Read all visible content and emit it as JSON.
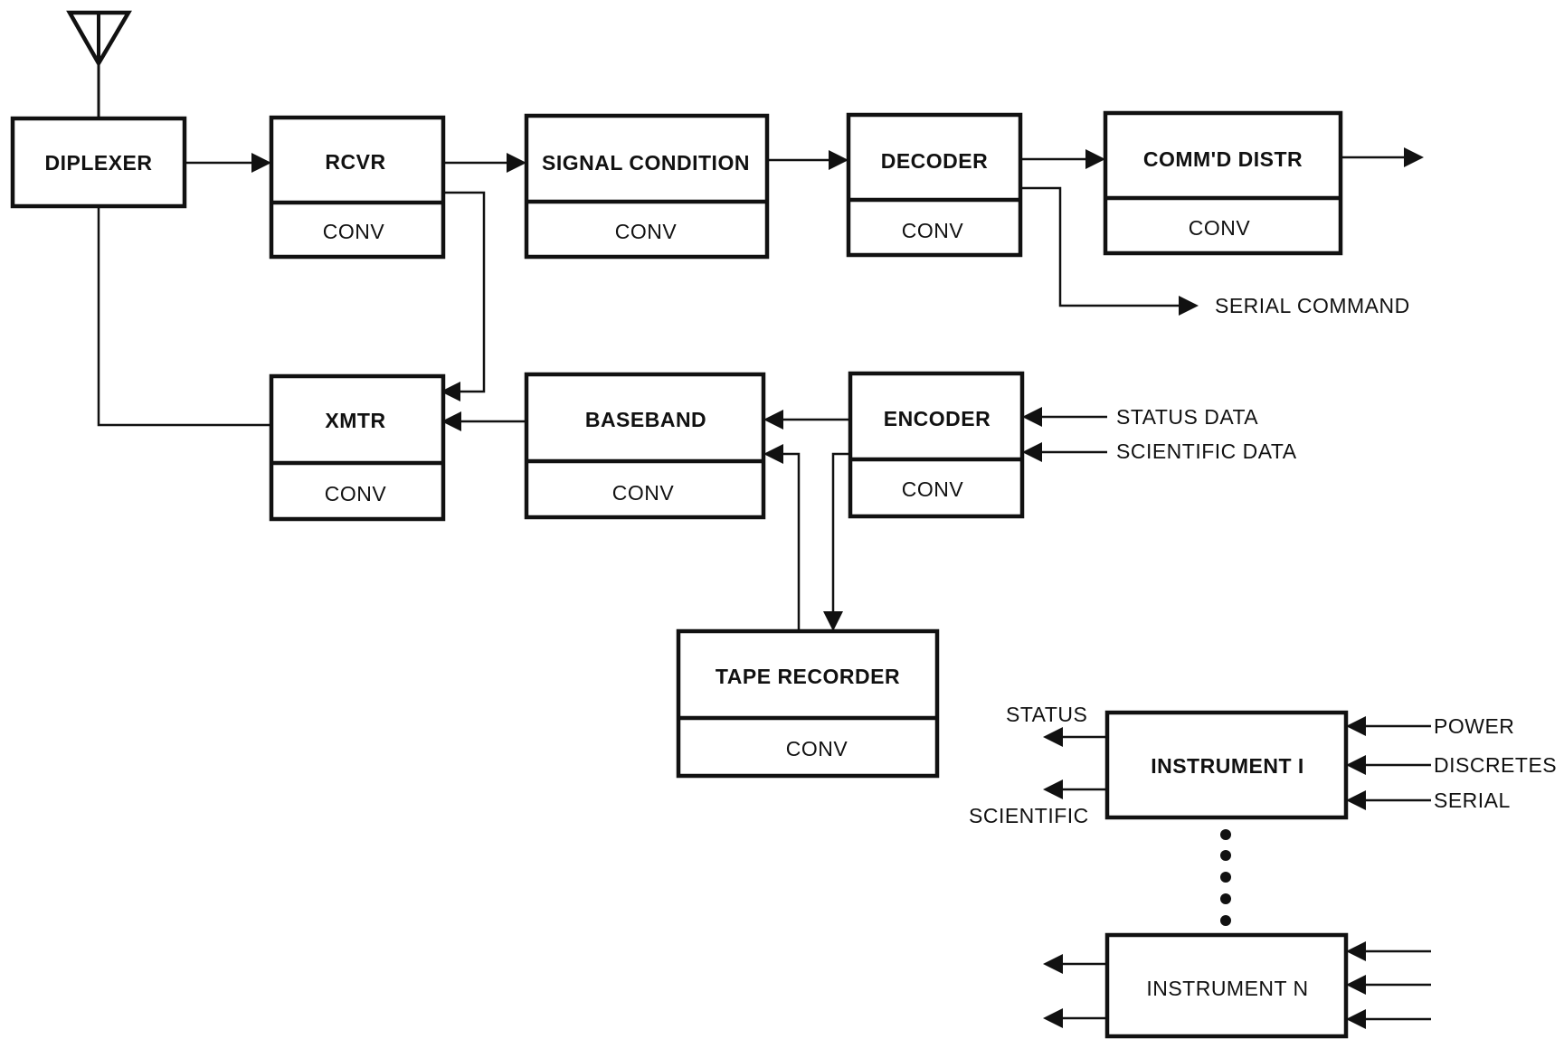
{
  "blocks": {
    "diplexer": {
      "title": "DIPLEXER"
    },
    "rcvr": {
      "title": "RCVR",
      "sub": "CONV"
    },
    "signal_condition": {
      "title": "SIGNAL CONDITION",
      "sub": "CONV"
    },
    "decoder": {
      "title": "DECODER",
      "sub": "CONV"
    },
    "commd_distr": {
      "title": "COMM'D DISTR",
      "sub": "CONV"
    },
    "xmtr": {
      "title": "XMTR",
      "sub": "CONV"
    },
    "baseband": {
      "title": "BASEBAND",
      "sub": "CONV"
    },
    "encoder": {
      "title": "ENCODER",
      "sub": "CONV"
    },
    "tape_recorder": {
      "title": "TAPE RECORDER",
      "sub": "CONV"
    },
    "instrument_1": {
      "title": "INSTRUMENT I"
    },
    "instrument_n": {
      "title": "INSTRUMENT N"
    }
  },
  "labels": {
    "serial_command": "SERIAL COMMAND",
    "status_data": "STATUS DATA",
    "scientific_data": "SCIENTIFIC DATA",
    "status": "STATUS",
    "scientific": "SCIENTIFIC",
    "power": "POWER",
    "discretes": "DISCRETES",
    "serial": "SERIAL"
  },
  "colors": {
    "ink": "#111111",
    "background": "#ffffff"
  },
  "icons": {
    "antenna": "antenna-icon"
  }
}
